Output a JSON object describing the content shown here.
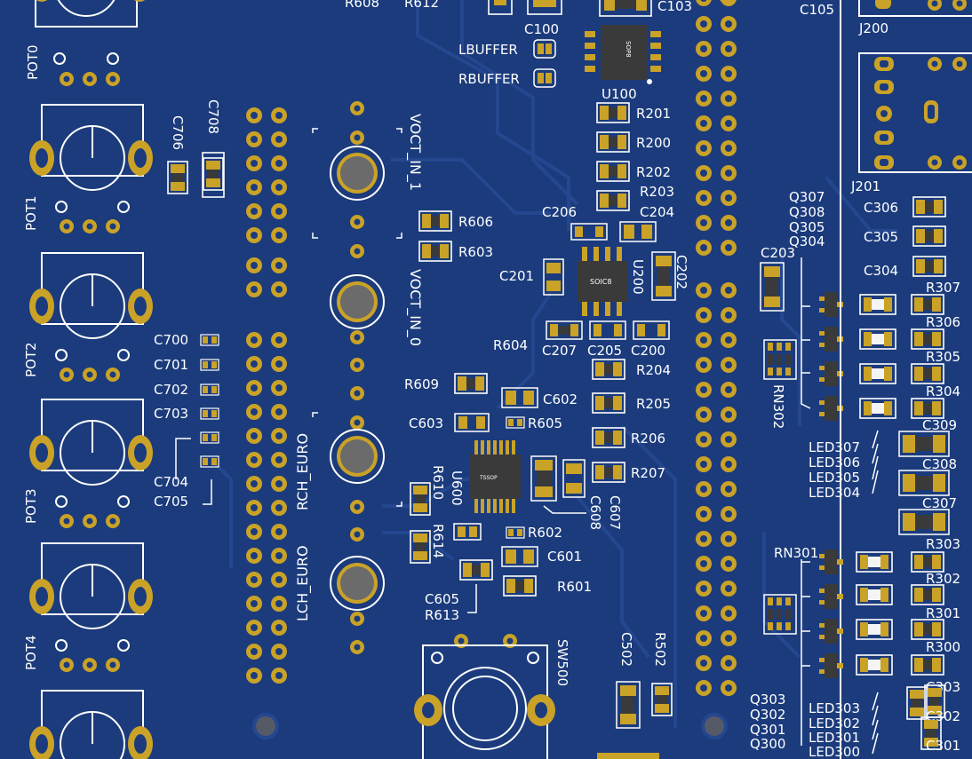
{
  "colors": {
    "board": "#1b3b7c",
    "trace": "#24478f",
    "silk": "#ffffff",
    "pad": "#c9a227",
    "pad_dark": "#9c7a14",
    "drill": "#1b3b7c",
    "ic_body": "#3a3a3a",
    "led": "#f4f4f4"
  },
  "icons": [
    "potentiometer-icon",
    "header-pin-icon",
    "jack-icon",
    "smd-component-icon",
    "ic-chip-icon",
    "switch-icon"
  ],
  "pots": [
    "POT0",
    "POT1",
    "POT2",
    "POT3",
    "POT4"
  ],
  "chips": {
    "u100": {
      "ref": "U100",
      "package": "SOP8"
    },
    "u200": {
      "ref": "U200",
      "package": "SOIC8"
    },
    "u600": {
      "ref": "U600",
      "package": "TSSOP"
    }
  },
  "net_labels": {
    "voct_in_1": "VOCT_IN_1",
    "voct_in_0": "VOCT_IN_0",
    "rch_euro": "RCH_EURO",
    "lch_euro": "LCH_EURO"
  },
  "switch": {
    "ref": "SW500"
  },
  "labels": {
    "r608": "R608",
    "r612": "R612",
    "c103": "C103",
    "c100": "C100",
    "lbuffer": "LBUFFER",
    "rbuffer": "RBUFFER",
    "c105": "C105",
    "j200": "J200",
    "j201": "J201",
    "r201": "R201",
    "r200": "R200",
    "r202": "R202",
    "r203": "R203",
    "c206": "C206",
    "c204": "C204",
    "c201": "C201",
    "c202": "C202",
    "c203": "C203",
    "c706": "C706",
    "c708": "C708",
    "r606": "R606",
    "r603": "R603",
    "q307": "Q307",
    "q308": "Q308",
    "q305": "Q305",
    "q304": "Q304",
    "c306": "C306",
    "c305": "C305",
    "c304": "C304",
    "r307": "R307",
    "r306": "R306",
    "r305": "R305",
    "r304": "R304",
    "c700": "C700",
    "c701": "C701",
    "c702": "C702",
    "c703": "C703",
    "c704": "C704",
    "c705": "C705",
    "r604": "R604",
    "c207": "C207",
    "c205": "C205",
    "c200": "C200",
    "r204": "R204",
    "r609": "R609",
    "c602": "C602",
    "r205": "R205",
    "c603": "C603",
    "r605": "R605",
    "r206": "R206",
    "r207": "R207",
    "rn302": "RN302",
    "c309": "C309",
    "c308": "C308",
    "c307": "C307",
    "led307": "LED307",
    "led306": "LED306",
    "led305": "LED305",
    "led304": "LED304",
    "r610": "R610",
    "c608": "C608",
    "c607": "C607",
    "r614": "R614",
    "r602": "R602",
    "c601": "C601",
    "r601": "R601",
    "c605": "C605",
    "r613": "R613",
    "rn301": "RN301",
    "r303": "R303",
    "r302": "R302",
    "r301": "R301",
    "r300": "R300",
    "c502": "C502",
    "r502": "R502",
    "q303": "Q303",
    "q302": "Q302",
    "q301": "Q301",
    "q300": "Q300",
    "led303": "LED303",
    "led302": "LED302",
    "led301": "LED301",
    "led300": "LED300",
    "c303": "C303",
    "c302": "C302",
    "c301": "C301"
  }
}
